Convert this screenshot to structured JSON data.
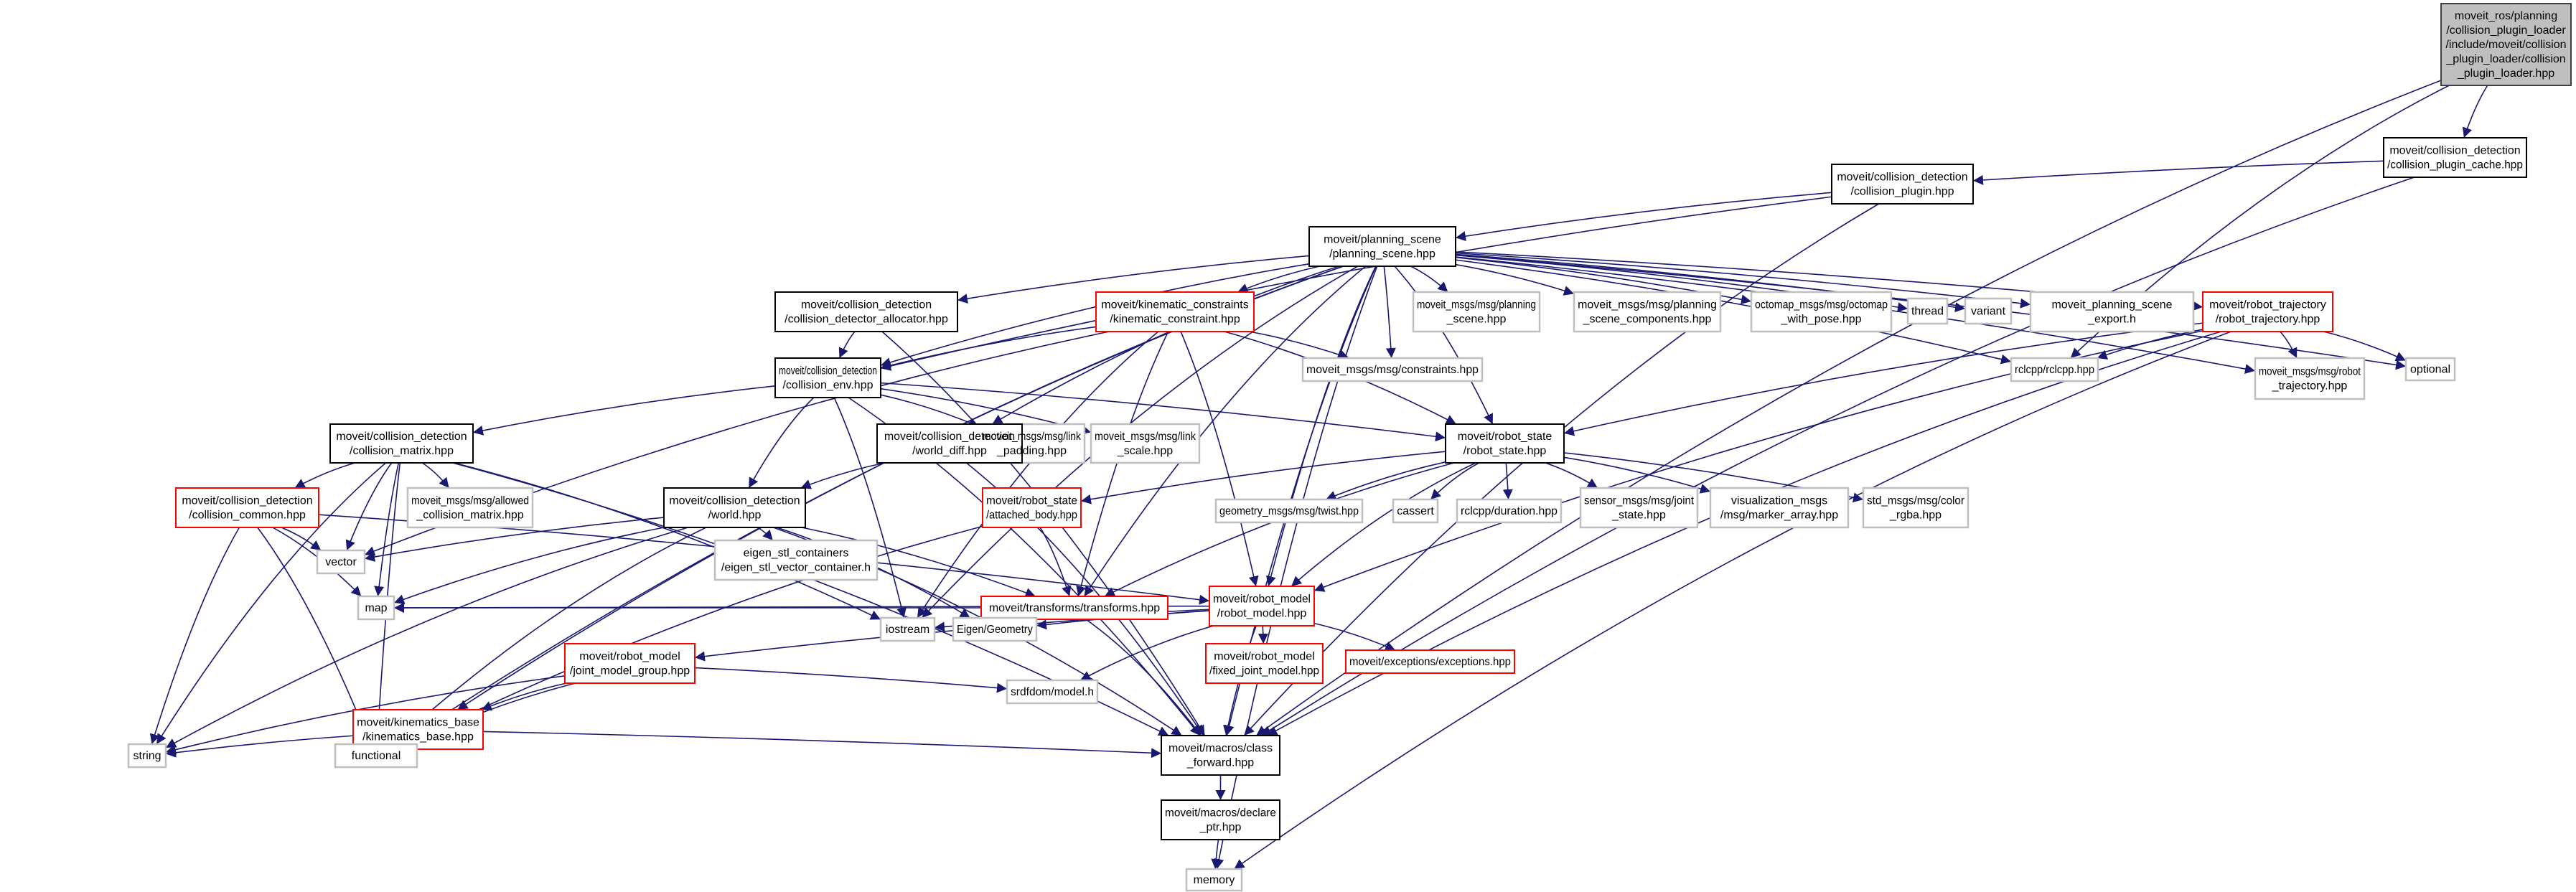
{
  "colors": {
    "edge": "#191970",
    "root_fill": "#bfbfbf",
    "external_border": "#bfbfbf",
    "documented_border": "#000000",
    "undocumented_border": "#ff0000"
  },
  "nodes": [
    {
      "id": "root",
      "kind": "root",
      "lines": [
        "moveit_ros/planning",
        "/collision_plugin_loader",
        "/include/moveit/collision",
        "_plugin_loader/collision",
        "_plugin_loader.hpp"
      ]
    },
    {
      "id": "cache",
      "kind": "doc",
      "lines": [
        "moveit/collision_detection",
        "/collision_plugin_cache.hpp"
      ]
    },
    {
      "id": "plugin",
      "kind": "doc",
      "lines": [
        "moveit/collision_detection",
        "/collision_plugin.hpp"
      ]
    },
    {
      "id": "ps",
      "kind": "doc",
      "lines": [
        "moveit/planning_scene",
        "/planning_scene.hpp"
      ]
    },
    {
      "id": "alloc",
      "kind": "doc",
      "lines": [
        "moveit/collision_detection",
        "/collision_detector_allocator.hpp"
      ]
    },
    {
      "id": "kin",
      "kind": "undoc",
      "lines": [
        "moveit/kinematic_constraints",
        "/kinematic_constraint.hpp"
      ]
    },
    {
      "id": "mps",
      "kind": "ext",
      "lines": [
        "moveit_msgs/msg/planning",
        "_scene.hpp"
      ]
    },
    {
      "id": "comp",
      "kind": "ext",
      "lines": [
        "moveit_msgs/msg/planning",
        "_scene_components.hpp"
      ]
    },
    {
      "id": "octo",
      "kind": "ext",
      "lines": [
        "octomap_msgs/msg/octomap",
        "_with_pose.hpp"
      ]
    },
    {
      "id": "thread",
      "kind": "ext",
      "lines": [
        "thread"
      ]
    },
    {
      "id": "variant",
      "kind": "ext",
      "lines": [
        "variant"
      ]
    },
    {
      "id": "export",
      "kind": "ext",
      "lines": [
        "moveit_planning_scene",
        "_export.h"
      ]
    },
    {
      "id": "rtraj",
      "kind": "undoc",
      "lines": [
        "moveit/robot_trajectory",
        "/robot_trajectory.hpp"
      ]
    },
    {
      "id": "optional",
      "kind": "ext",
      "lines": [
        "optional"
      ]
    },
    {
      "id": "mrt",
      "kind": "ext",
      "lines": [
        "moveit_msgs/msg/robot",
        "_trajectory.hpp"
      ]
    },
    {
      "id": "rclcpp",
      "kind": "ext",
      "lines": [
        "rclcpp/rclcpp.hpp"
      ]
    },
    {
      "id": "constraints",
      "kind": "ext",
      "lines": [
        "moveit_msgs/msg/constraints.hpp"
      ]
    },
    {
      "id": "cenv",
      "kind": "doc",
      "lines": [
        "moveit/collision_detection",
        "/collision_env.hpp"
      ]
    },
    {
      "id": "padding",
      "kind": "ext",
      "lines": [
        "moveit_msgs/msg/link",
        "_padding.hpp"
      ]
    },
    {
      "id": "scale",
      "kind": "ext",
      "lines": [
        "moveit_msgs/msg/link",
        "_scale.hpp"
      ]
    },
    {
      "id": "cmatrix",
      "kind": "doc",
      "lines": [
        "moveit/collision_detection",
        "/collision_matrix.hpp"
      ]
    },
    {
      "id": "wdiff",
      "kind": "doc",
      "lines": [
        "moveit/collision_detection",
        "/world_diff.hpp"
      ]
    },
    {
      "id": "rstate",
      "kind": "doc",
      "lines": [
        "moveit/robot_state",
        "/robot_state.hpp"
      ]
    },
    {
      "id": "ccommon",
      "kind": "undoc",
      "lines": [
        "moveit/collision_detection",
        "/collision_common.hpp"
      ]
    },
    {
      "id": "allowed",
      "kind": "ext",
      "lines": [
        "moveit_msgs/msg/allowed",
        "_collision_matrix.hpp"
      ]
    },
    {
      "id": "world",
      "kind": "doc",
      "lines": [
        "moveit/collision_detection",
        "/world.hpp"
      ]
    },
    {
      "id": "attached",
      "kind": "undoc",
      "lines": [
        "moveit/robot_state",
        "/attached_body.hpp"
      ]
    },
    {
      "id": "twist",
      "kind": "ext",
      "lines": [
        "geometry_msgs/msg/twist.hpp"
      ]
    },
    {
      "id": "cassert",
      "kind": "ext",
      "lines": [
        "cassert"
      ]
    },
    {
      "id": "duration",
      "kind": "ext",
      "lines": [
        "rclcpp/duration.hpp"
      ]
    },
    {
      "id": "joint",
      "kind": "ext",
      "lines": [
        "sensor_msgs/msg/joint",
        "_state.hpp"
      ]
    },
    {
      "id": "marker",
      "kind": "ext",
      "lines": [
        "visualization_msgs",
        "/msg/marker_array.hpp"
      ]
    },
    {
      "id": "rgba",
      "kind": "ext",
      "lines": [
        "std_msgs/msg/color",
        "_rgba.hpp"
      ]
    },
    {
      "id": "vector",
      "kind": "ext",
      "lines": [
        "vector"
      ]
    },
    {
      "id": "eigenstl",
      "kind": "ext",
      "lines": [
        "eigen_stl_containers",
        "/eigen_stl_vector_container.h"
      ]
    },
    {
      "id": "transforms",
      "kind": "undoc",
      "lines": [
        "moveit/transforms/transforms.hpp"
      ]
    },
    {
      "id": "rmodel",
      "kind": "undoc",
      "lines": [
        "moveit/robot_model",
        "/robot_model.hpp"
      ]
    },
    {
      "id": "map",
      "kind": "ext",
      "lines": [
        "map"
      ]
    },
    {
      "id": "iostream",
      "kind": "ext",
      "lines": [
        "iostream"
      ]
    },
    {
      "id": "eigen",
      "kind": "ext",
      "lines": [
        "Eigen/Geometry"
      ]
    },
    {
      "id": "jmg",
      "kind": "undoc",
      "lines": [
        "moveit/robot_model",
        "/joint_model_group.hpp"
      ]
    },
    {
      "id": "fixed",
      "kind": "undoc",
      "lines": [
        "moveit/robot_model",
        "/fixed_joint_model.hpp"
      ]
    },
    {
      "id": "exc",
      "kind": "undoc",
      "lines": [
        "moveit/exceptions/exceptions.hpp"
      ]
    },
    {
      "id": "srdf",
      "kind": "ext",
      "lines": [
        "srdfdom/model.h"
      ]
    },
    {
      "id": "kb",
      "kind": "undoc",
      "lines": [
        "moveit/kinematics_base",
        "/kinematics_base.hpp"
      ]
    },
    {
      "id": "string",
      "kind": "ext",
      "lines": [
        "string"
      ]
    },
    {
      "id": "functional",
      "kind": "ext",
      "lines": [
        "functional"
      ]
    },
    {
      "id": "cf",
      "kind": "doc",
      "lines": [
        "moveit/macros/class",
        "_forward.hpp"
      ]
    },
    {
      "id": "dp",
      "kind": "doc",
      "lines": [
        "moveit/macros/declare",
        "_ptr.hpp"
      ]
    },
    {
      "id": "memory",
      "kind": "ext",
      "lines": [
        "memory"
      ]
    }
  ],
  "edges": [
    [
      "root",
      "cache"
    ],
    [
      "root",
      "rclcpp"
    ],
    [
      "root",
      "cf"
    ],
    [
      "cache",
      "plugin"
    ],
    [
      "cache",
      "cf"
    ],
    [
      "plugin",
      "ps"
    ],
    [
      "plugin",
      "cenv"
    ],
    [
      "plugin",
      "cf"
    ],
    [
      "ps",
      "alloc"
    ],
    [
      "ps",
      "kin"
    ],
    [
      "ps",
      "mps"
    ],
    [
      "ps",
      "comp"
    ],
    [
      "ps",
      "octo"
    ],
    [
      "ps",
      "thread"
    ],
    [
      "ps",
      "variant"
    ],
    [
      "ps",
      "export"
    ],
    [
      "ps",
      "rtraj"
    ],
    [
      "ps",
      "optional"
    ],
    [
      "ps",
      "mrt"
    ],
    [
      "ps",
      "rclcpp"
    ],
    [
      "ps",
      "constraints"
    ],
    [
      "ps",
      "cenv"
    ],
    [
      "ps",
      "wdiff"
    ],
    [
      "ps",
      "rstate"
    ],
    [
      "ps",
      "transforms"
    ],
    [
      "ps",
      "rmodel"
    ],
    [
      "ps",
      "cf"
    ],
    [
      "ps",
      "memory"
    ],
    [
      "ps",
      "functional"
    ],
    [
      "ps",
      "kb"
    ],
    [
      "ps",
      "iostream"
    ],
    [
      "alloc",
      "cenv"
    ],
    [
      "alloc",
      "cf"
    ],
    [
      "kin",
      "cenv"
    ],
    [
      "kin",
      "constraints"
    ],
    [
      "kin",
      "rstate"
    ],
    [
      "kin",
      "transforms"
    ],
    [
      "kin",
      "rmodel"
    ],
    [
      "kin",
      "iostream"
    ],
    [
      "kin",
      "vector"
    ],
    [
      "rtraj",
      "rclcpp"
    ],
    [
      "rtraj",
      "rstate"
    ],
    [
      "rtraj",
      "optional"
    ],
    [
      "rtraj",
      "mrt"
    ],
    [
      "rtraj",
      "cf"
    ],
    [
      "rtraj",
      "memory"
    ],
    [
      "rtraj",
      "rmodel"
    ],
    [
      "cenv",
      "cmatrix"
    ],
    [
      "cenv",
      "padding"
    ],
    [
      "cenv",
      "scale"
    ],
    [
      "cenv",
      "world"
    ],
    [
      "cenv",
      "rstate"
    ],
    [
      "cenv",
      "cf"
    ],
    [
      "cenv",
      "iostream"
    ],
    [
      "cmatrix",
      "ccommon"
    ],
    [
      "cmatrix",
      "allowed"
    ],
    [
      "cmatrix",
      "vector"
    ],
    [
      "cmatrix",
      "map"
    ],
    [
      "cmatrix",
      "string"
    ],
    [
      "cmatrix",
      "functional"
    ],
    [
      "cmatrix",
      "cf"
    ],
    [
      "cmatrix",
      "iostream"
    ],
    [
      "wdiff",
      "world"
    ],
    [
      "wdiff",
      "cf"
    ],
    [
      "rstate",
      "attached"
    ],
    [
      "rstate",
      "twist"
    ],
    [
      "rstate",
      "cassert"
    ],
    [
      "rstate",
      "duration"
    ],
    [
      "rstate",
      "joint"
    ],
    [
      "rstate",
      "marker"
    ],
    [
      "rstate",
      "rgba"
    ],
    [
      "rstate",
      "transforms"
    ],
    [
      "rstate",
      "rmodel"
    ],
    [
      "ccommon",
      "vector"
    ],
    [
      "ccommon",
      "map"
    ],
    [
      "ccommon",
      "string"
    ],
    [
      "ccommon",
      "functional"
    ],
    [
      "ccommon",
      "rmodel"
    ],
    [
      "world",
      "vector"
    ],
    [
      "world",
      "map"
    ],
    [
      "world",
      "string"
    ],
    [
      "world",
      "eigenstl"
    ],
    [
      "world",
      "transforms"
    ],
    [
      "world",
      "eigen"
    ],
    [
      "world",
      "functional"
    ],
    [
      "world",
      "cf"
    ],
    [
      "attached",
      "transforms"
    ],
    [
      "attached",
      "functional"
    ],
    [
      "transforms",
      "eigen"
    ],
    [
      "transforms",
      "map"
    ],
    [
      "transforms",
      "cf"
    ],
    [
      "rmodel",
      "jmg"
    ],
    [
      "rmodel",
      "fixed"
    ],
    [
      "rmodel",
      "exc"
    ],
    [
      "rmodel",
      "srdf"
    ],
    [
      "rmodel",
      "iostream"
    ],
    [
      "rmodel",
      "eigen"
    ],
    [
      "rmodel",
      "map"
    ],
    [
      "rmodel",
      "cf"
    ],
    [
      "jmg",
      "kb"
    ],
    [
      "jmg",
      "string"
    ],
    [
      "jmg",
      "functional"
    ],
    [
      "jmg",
      "srdf"
    ],
    [
      "kb",
      "string"
    ],
    [
      "kb",
      "functional"
    ],
    [
      "kb",
      "cf"
    ],
    [
      "cf",
      "dp"
    ],
    [
      "dp",
      "memory"
    ]
  ]
}
